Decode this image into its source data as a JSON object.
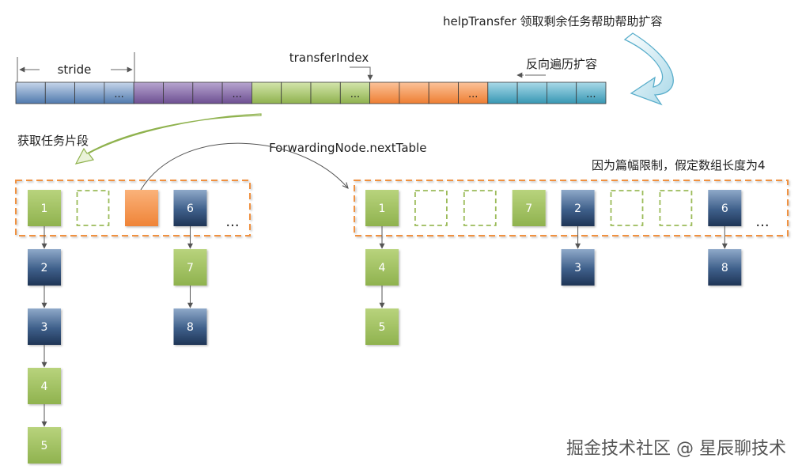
{
  "labels": {
    "help_transfer": "helpTransfer 领取剩余任务帮助帮助扩容",
    "stride": "stride",
    "transfer_index": "transferIndex",
    "reverse_traverse": "反向遍历扩容",
    "get_segment": "获取任务片段",
    "forwarding_node": "ForwardingNode.nextTable",
    "length_note": "因为篇幅限制，假定数组长度为4",
    "ellipsis": "...",
    "watermark": "掘金技术社区 @ 星辰聊技术"
  },
  "colors": {
    "blue": "#3e5f8a",
    "purple": "#8064a2",
    "green": "#9bbb59",
    "orange": "#f79646",
    "teal": "#4bacc6",
    "dashed_border": "#f79646",
    "empty_slot_border": "#9bbb59",
    "arrow_green": "#9bbb59",
    "arrow_blue": "#4bacc6"
  },
  "strip": {
    "groups": [
      {
        "color": "blue",
        "cells": [
          "",
          "",
          "",
          "..."
        ]
      },
      {
        "color": "purple",
        "cells": [
          "",
          "",
          "",
          "..."
        ]
      },
      {
        "color": "green",
        "cells": [
          "",
          "",
          "",
          "..."
        ]
      },
      {
        "color": "orange",
        "cells": [
          "",
          "",
          "",
          "..."
        ]
      },
      {
        "color": "teal",
        "cells": [
          "",
          "",
          "",
          "..."
        ]
      }
    ]
  },
  "old_table": {
    "slots": [
      {
        "type": "green",
        "label": "1",
        "chain": [
          {
            "type": "blue",
            "label": "2"
          },
          {
            "type": "blue",
            "label": "3"
          },
          {
            "type": "green",
            "label": "4"
          },
          {
            "type": "green",
            "label": "5"
          }
        ]
      },
      {
        "type": "empty"
      },
      {
        "type": "forwarding"
      },
      {
        "type": "blue",
        "label": "6",
        "chain": [
          {
            "type": "green",
            "label": "7"
          },
          {
            "type": "blue",
            "label": "8"
          }
        ]
      }
    ]
  },
  "new_table": {
    "slots": [
      {
        "type": "green",
        "label": "1",
        "chain": [
          {
            "type": "green",
            "label": "4"
          },
          {
            "type": "green",
            "label": "5"
          }
        ]
      },
      {
        "type": "empty"
      },
      {
        "type": "empty"
      },
      {
        "type": "green",
        "label": "7"
      },
      {
        "type": "blue",
        "label": "2",
        "chain": [
          {
            "type": "blue",
            "label": "3"
          }
        ]
      },
      {
        "type": "empty"
      },
      {
        "type": "empty"
      },
      {
        "type": "blue",
        "label": "6",
        "chain": [
          {
            "type": "blue",
            "label": "8"
          }
        ]
      }
    ]
  }
}
